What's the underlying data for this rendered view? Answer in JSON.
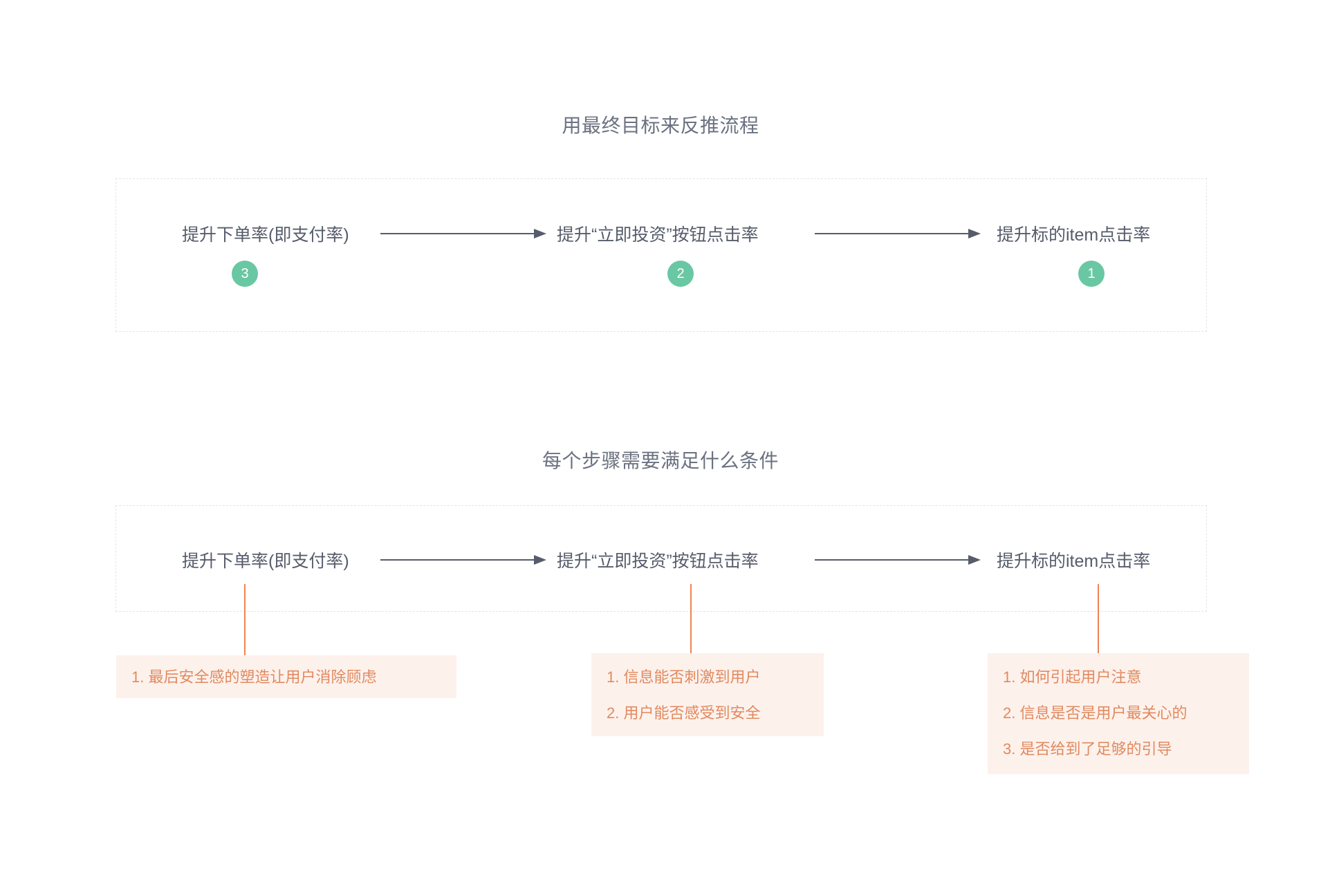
{
  "colors": {
    "background": "#ffffff",
    "title_text": "#6b7280",
    "node_text": "#565c6b",
    "arrow": "#565c6b",
    "dashed_border": "#e3e4e6",
    "badge_fill": "#6ac7a4",
    "badge_text": "#ffffff",
    "connector": "#ef8354",
    "condition_bg": "#fdf1ec",
    "condition_text": "#e08a5f"
  },
  "sections": [
    {
      "id": "goal-backward-flow",
      "title": "用最终目标来反推流程",
      "nodes": [
        {
          "label": "提升下单率(即支付率)",
          "badge": "3"
        },
        {
          "label": "提升“立即投资”按钮点击率",
          "badge": "2"
        },
        {
          "label": "提升标的item点击率",
          "badge": "1"
        }
      ],
      "arrows": [
        "arrow-right",
        "arrow-right"
      ]
    },
    {
      "id": "step-conditions",
      "title": "每个步骤需要满足什么条件",
      "nodes": [
        {
          "label": "提升下单率(即支付率)"
        },
        {
          "label": "提升“立即投资”按钮点击率"
        },
        {
          "label": "提升标的item点击率"
        }
      ],
      "arrows": [
        "arrow-right",
        "arrow-right"
      ],
      "conditions": [
        {
          "items": [
            "1. 最后安全感的塑造让用户消除顾虑"
          ]
        },
        {
          "items": [
            "1. 信息能否刺激到用户",
            "2. 用户能否感受到安全"
          ]
        },
        {
          "items": [
            "1. 如何引起用户注意",
            "2. 信息是否是用户最关心的",
            "3. 是否给到了足够的引导"
          ]
        }
      ]
    }
  ]
}
